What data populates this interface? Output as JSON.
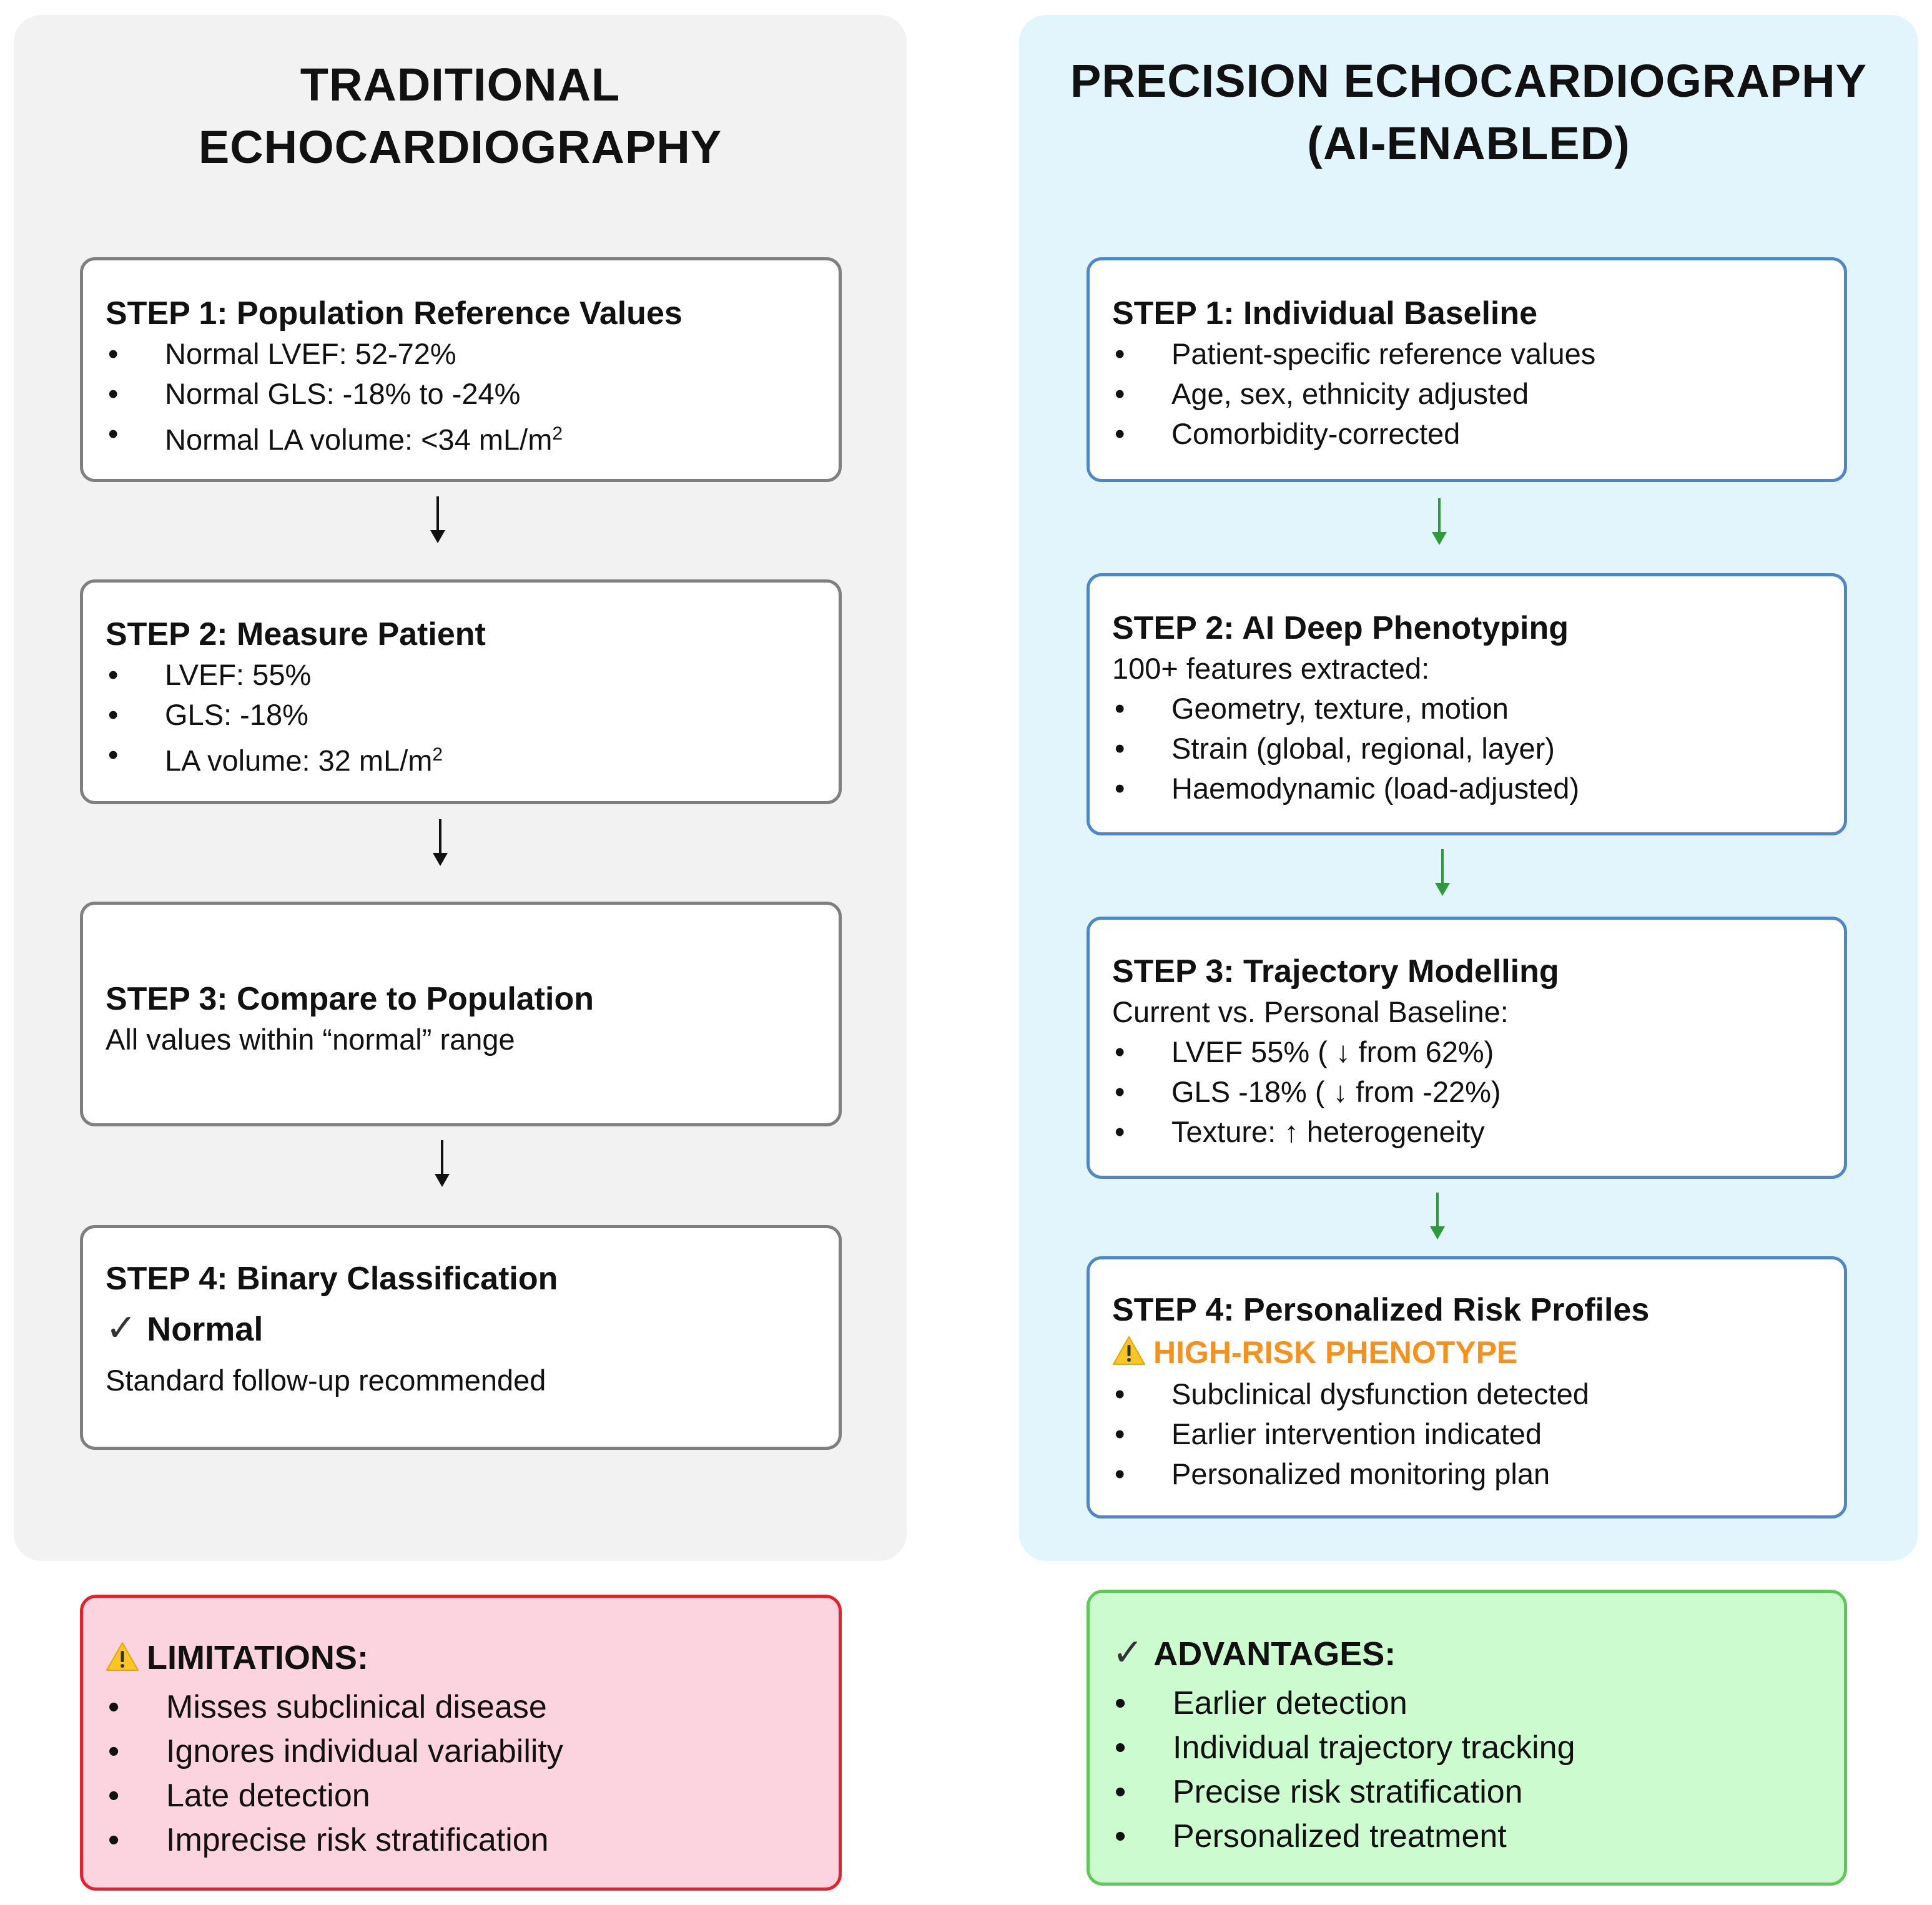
{
  "colors": {
    "left_panel_bg": "#f2f2f2",
    "right_panel_bg": "#e2f5fd",
    "gray_border": "#7f7f7f",
    "blue_border": "#4f86c9",
    "black_arrow": "#111111",
    "green_arrow": "#2e9a3a",
    "warning_orange": "#f5921e",
    "limitations_bg": "#fcd4df",
    "limitations_border": "#e8202a",
    "advantages_bg": "#cdfbd0",
    "advantages_border": "#5cca55"
  },
  "traditional": {
    "title_line1": "TRADITIONAL",
    "title_line2": "ECHOCARDIOGRAPHY",
    "step1": {
      "title": "STEP 1: Population Reference Values",
      "items": [
        "Normal LVEF: 52-72%",
        "Normal GLS: -18% to -24%",
        "Normal LA volume: <34 mL/m",
        "2"
      ]
    },
    "step2": {
      "title": "STEP 2: Measure Patient",
      "items": [
        "LVEF: 55%",
        "GLS: -18%",
        "LA volume: 32 mL/m",
        "2"
      ]
    },
    "step3": {
      "title": "STEP 3: Compare to Population",
      "text": "All values within “normal” range"
    },
    "step4": {
      "title": "STEP 4: Binary Classification",
      "check": "✓",
      "result": "Normal",
      "note": "Standard follow-up recommended"
    }
  },
  "precision": {
    "title_line1": "PRECISION ECHOCARDIOGRAPHY",
    "title_line2": "(AI-ENABLED)",
    "step1": {
      "title": "STEP 1: Individual Baseline",
      "items": [
        "Patient-specific reference values",
        "Age, sex, ethnicity adjusted",
        "Comorbidity-corrected"
      ]
    },
    "step2": {
      "title": "STEP 2: AI Deep Phenotyping",
      "intro": "100+ features extracted:",
      "items": [
        "Geometry, texture, motion",
        "Strain (global, regional, layer)",
        "Haemodynamic (load-adjusted)"
      ]
    },
    "step3": {
      "title": "STEP 3: Trajectory Modelling",
      "intro": "Current vs. Personal Baseline:",
      "items": [
        "LVEF 55% ( ↓ from 62%)",
        "GLS -18% ( ↓ from -22%)",
        "Texture: ↑ heterogeneity"
      ]
    },
    "step4": {
      "title": "STEP 4: Personalized Risk Profiles",
      "warning": "HIGH-RISK PHENOTYPE",
      "items": [
        "Subclinical dysfunction detected",
        "Earlier intervention indicated",
        "Personalized monitoring plan"
      ]
    }
  },
  "limitations": {
    "title": "LIMITATIONS:",
    "items": [
      "Misses subclinical disease",
      "Ignores individual variability",
      "Late detection",
      "Imprecise risk stratification"
    ]
  },
  "advantages": {
    "check": "✓",
    "title": "ADVANTAGES:",
    "items": [
      "Earlier detection",
      "Individual trajectory tracking",
      "Precise risk stratification",
      "Personalized treatment"
    ]
  }
}
